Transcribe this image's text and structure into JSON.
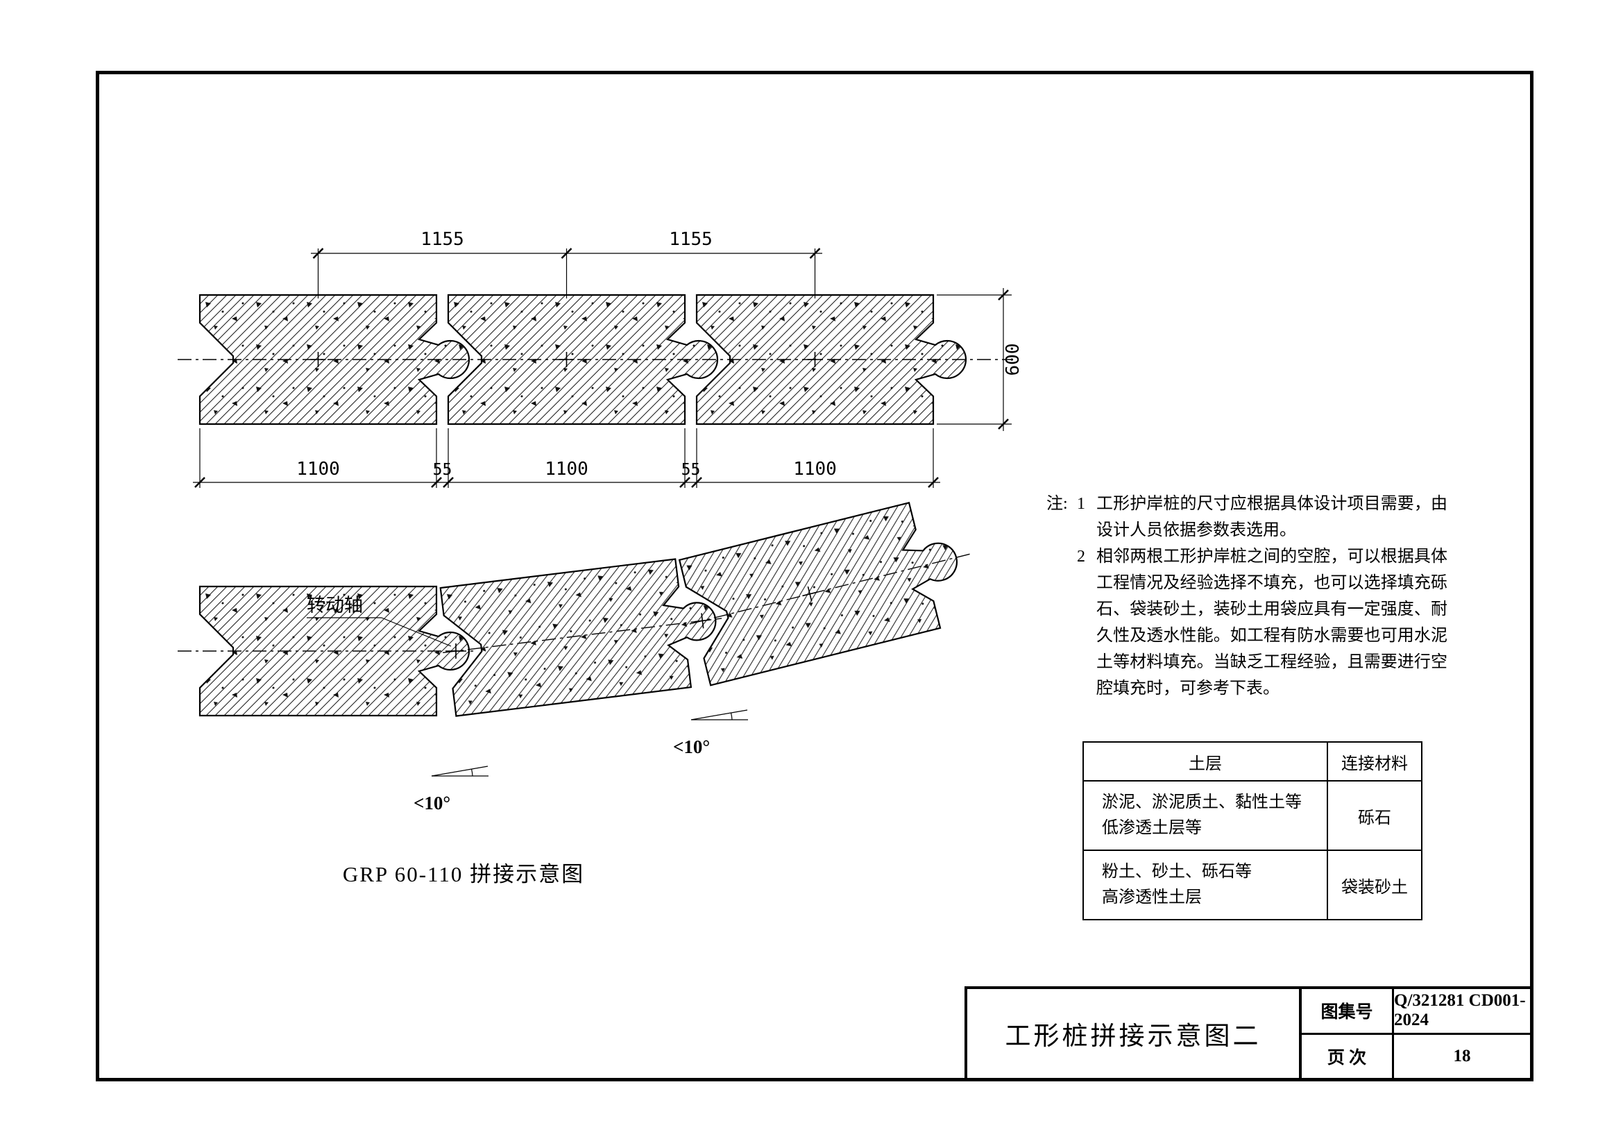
{
  "drawing": {
    "top_view": {
      "dim_1155_a": "1155",
      "dim_1155_b": "1155",
      "dim_600": "600",
      "dim_1100_a": "1100",
      "dim_55_a": "55",
      "dim_1100_b": "1100",
      "dim_55_b": "55",
      "dim_1100_c": "1100"
    },
    "joint_view": {
      "rotation_axis_label": "转动轴",
      "angle_label_a": "<10°",
      "angle_label_b": "<10°",
      "caption": "GRP 60-110 拼接示意图"
    }
  },
  "notes": {
    "prefix": "注:",
    "items": [
      {
        "no": "1",
        "text": "工形护岸桩的尺寸应根据具体设计项目需要，由设计人员依据参数表选用。"
      },
      {
        "no": "2",
        "text": "相邻两根工形护岸桩之间的空腔，可以根据具体工程情况及经验选择不填充，也可以选择填充砾石、袋装砂土，装砂土用袋应具有一定强度、耐久性及透水性能。如工程有防水需要也可用水泥土等材料填充。当缺乏工程经验，且需要进行空腔填充时，可参考下表。"
      }
    ]
  },
  "fill_table": {
    "headers": [
      "土层",
      "连接材料"
    ],
    "rows": [
      {
        "soil": "淤泥、淤泥质土、黏性土等\n低渗透土层等",
        "material": "砾石"
      },
      {
        "soil": "粉土、砂土、砾石等\n高渗透性土层",
        "material": "袋装砂土"
      }
    ]
  },
  "title_block": {
    "title": "工形桩拼接示意图二",
    "atlas_label": "图集号",
    "atlas_number": "Q/321281 CD001-2024",
    "page_label": "页 次",
    "page_number": "18"
  }
}
